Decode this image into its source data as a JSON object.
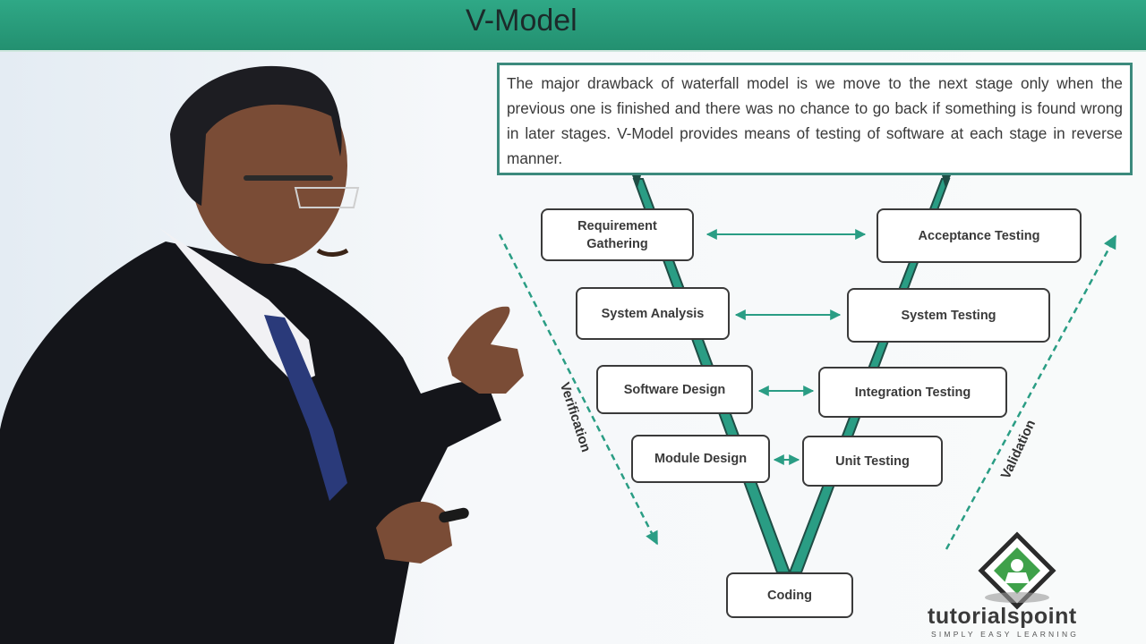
{
  "header": {
    "title": "V-Model"
  },
  "intro_text": "The major drawback of waterfall model is we move to the next stage only when the previous one is finished and there was no chance to go back if something is found wrong in later stages. V-Model provides means of testing of software at each stage in reverse manner.",
  "verification_stages": [
    "Requirement Gathering",
    "System Analysis",
    "Software Design",
    "Module Design"
  ],
  "validation_stages": [
    "Acceptance Testing",
    "System Testing",
    "Integration Testing",
    "Unit Testing"
  ],
  "bottom_stage": "Coding",
  "side_labels": {
    "left": "Verification",
    "right": "Validation"
  },
  "brand": {
    "name": "tutorialspoint",
    "tagline": "SIMPLY EASY LEARNING"
  },
  "colors": {
    "header": "#239070",
    "accent": "#2a9d84",
    "box_border": "#3a3a3a",
    "intro_border": "#3c8a7d"
  },
  "icons": [
    "tutorialspoint-logo-icon"
  ]
}
